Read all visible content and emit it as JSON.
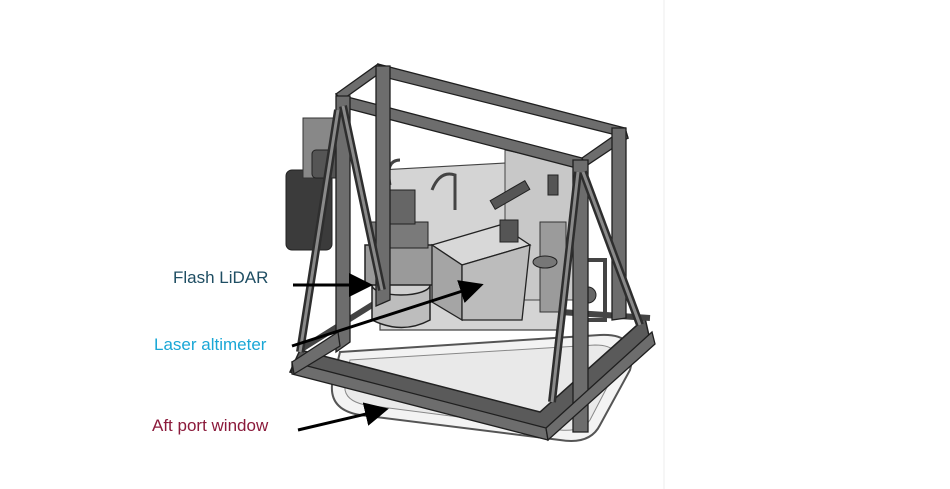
{
  "callouts": {
    "flash_lidar": {
      "label": "Flash LiDAR",
      "color": "#1f4e63"
    },
    "laser_altimeter": {
      "label": "Laser altimeter",
      "color": "#1aa7d6"
    },
    "aft_port_window": {
      "label": "Aft port window",
      "color": "#8b1a3b"
    }
  },
  "colors": {
    "frame": "#4a4a4a",
    "frame_dark": "#2e2e2e",
    "panel": "#bdbdbd",
    "window": "#f4f4f4",
    "arrow": "#000000"
  }
}
